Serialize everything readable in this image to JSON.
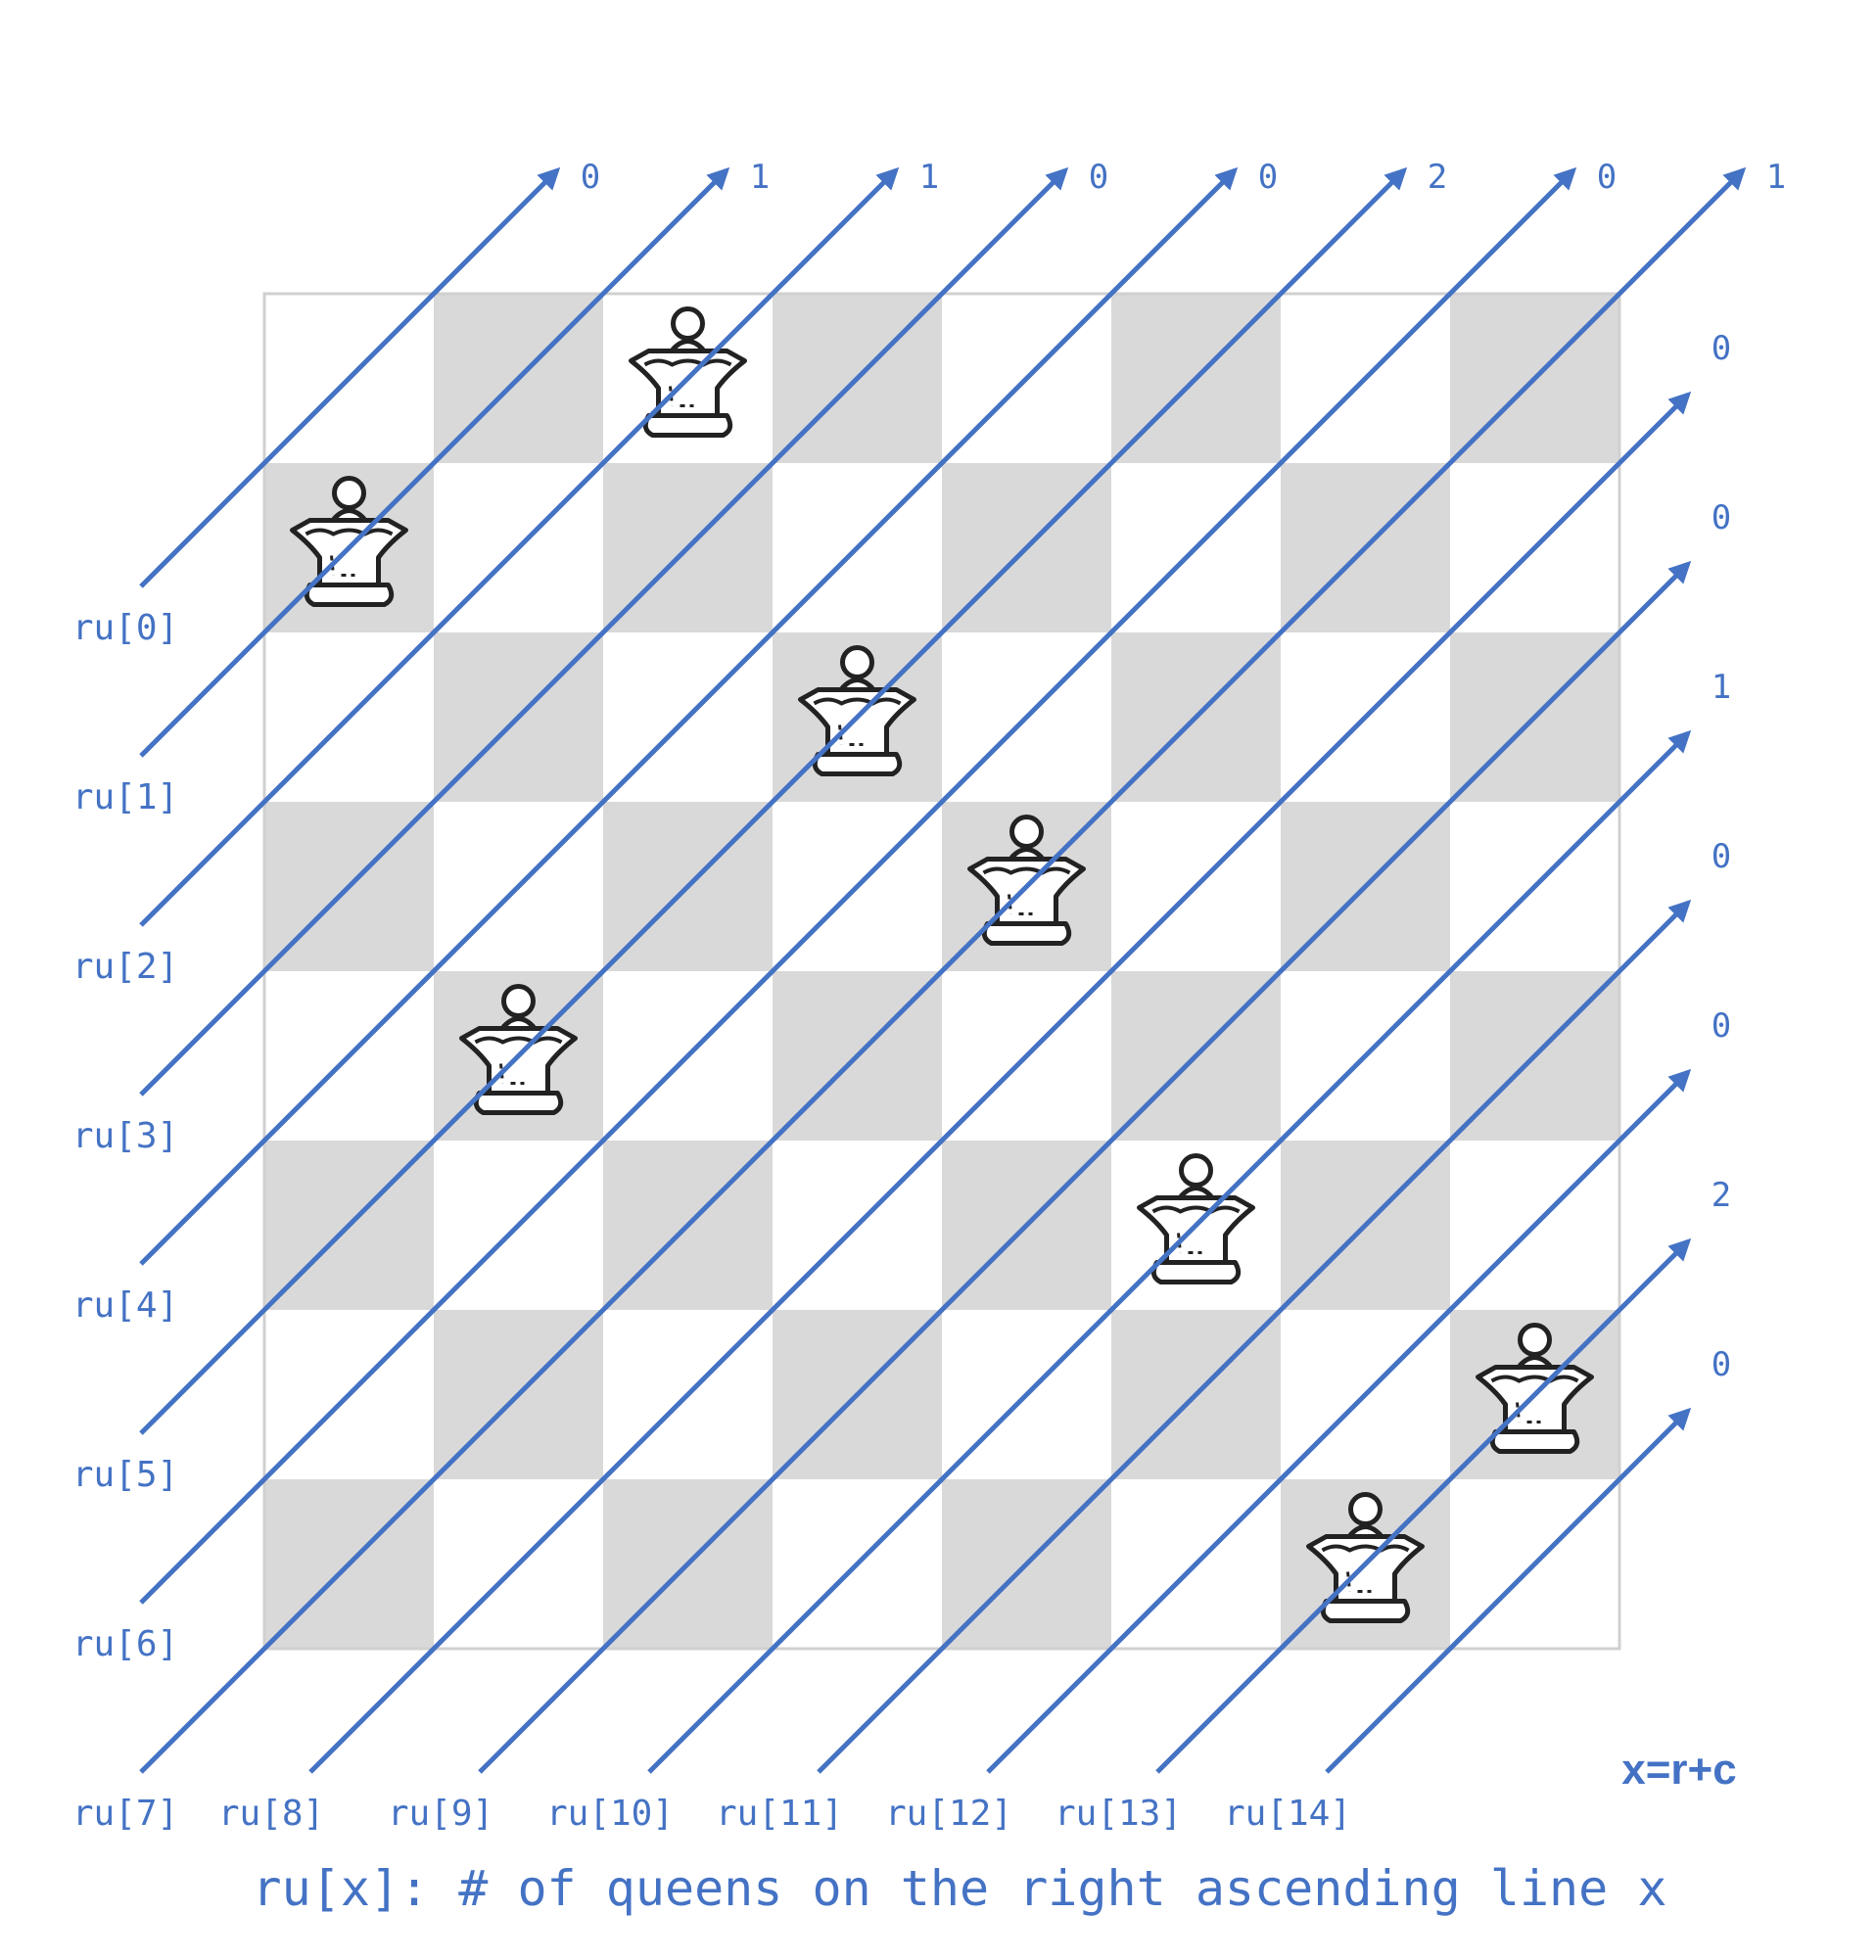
{
  "board": {
    "size": 8,
    "queens": [
      {
        "row": 0,
        "col": 2
      },
      {
        "row": 1,
        "col": 0
      },
      {
        "row": 2,
        "col": 3
      },
      {
        "row": 3,
        "col": 4
      },
      {
        "row": 4,
        "col": 1
      },
      {
        "row": 5,
        "col": 5
      },
      {
        "row": 6,
        "col": 7
      },
      {
        "row": 7,
        "col": 6
      }
    ]
  },
  "lines": [
    {
      "label": "ru[0]",
      "count": "0"
    },
    {
      "label": "ru[1]",
      "count": "1"
    },
    {
      "label": "ru[2]",
      "count": "1"
    },
    {
      "label": "ru[3]",
      "count": "0"
    },
    {
      "label": "ru[4]",
      "count": "0"
    },
    {
      "label": "ru[5]",
      "count": "2"
    },
    {
      "label": "ru[6]",
      "count": "0"
    },
    {
      "label": "ru[7]",
      "count": "1"
    },
    {
      "label": "ru[8]",
      "count": "0"
    },
    {
      "label": "ru[9]",
      "count": "0"
    },
    {
      "label": "ru[10]",
      "count": "1"
    },
    {
      "label": "ru[11]",
      "count": "0"
    },
    {
      "label": "ru[12]",
      "count": "0"
    },
    {
      "label": "ru[13]",
      "count": "2"
    },
    {
      "label": "ru[14]",
      "count": "0"
    }
  ],
  "formula": "x=r+c",
  "caption": "ru[x]: # of queens on the right ascending line x",
  "colors": {
    "accent": "#4472C4",
    "dark_square": "#D9D9D9",
    "light_square": "#FFFFFF",
    "board_border": "#D0D0D0",
    "queen_stroke": "#222222"
  },
  "icons": {
    "queen": "chess-queen-icon"
  }
}
